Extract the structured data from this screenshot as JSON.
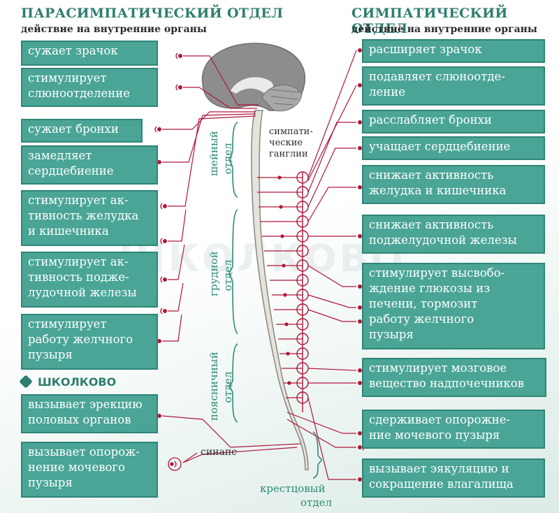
{
  "headers": {
    "para_title": "ПАРАСИМПАТИЧЕСКИЙ ОТДЕЛ",
    "para_subtitle": "действие на внутренние органы",
    "symp_title": "СИМПАТИЧЕСКИЙ ОТДЕЛ",
    "symp_subtitle": "действие на внутренние органы"
  },
  "left_boxes": [
    {
      "lines": [
        "сужает зрачок"
      ]
    },
    {
      "lines": [
        "стимулирует",
        "слюноотделение"
      ]
    },
    {
      "lines": [
        "сужает бронхи"
      ]
    },
    {
      "lines": [
        "замедляет",
        "сердцебиение"
      ]
    },
    {
      "lines": [
        "стимулирует ак-",
        "тивность желудка",
        "и кишечника"
      ]
    },
    {
      "lines": [
        "стимулирует ак-",
        "тивность поджe-",
        "лудочной железы"
      ]
    },
    {
      "lines": [
        "стимулирует",
        "работу желчного",
        "пузыря"
      ]
    },
    {
      "lines": [
        "вызывает эрекцию",
        "половых органов"
      ]
    },
    {
      "lines": [
        "вызывает опорож-",
        "нение мочевого",
        "пузыря"
      ]
    }
  ],
  "right_boxes": [
    {
      "lines": [
        "расширяет зрачок"
      ]
    },
    {
      "lines": [
        "подавляет слюноотде-",
        "ление"
      ]
    },
    {
      "lines": [
        "расслабляет бронхи"
      ]
    },
    {
      "lines": [
        "учащает сердцебиение"
      ]
    },
    {
      "lines": [
        "снижает активность",
        "желудка и кишечника"
      ]
    },
    {
      "lines": [
        "снижает активность",
        "поджелудочной железы"
      ]
    },
    {
      "lines": [
        "стимулирует высвобо-",
        "ждение глюкозы из",
        "печени, тормозит",
        "работу  желчного",
        "пузыря"
      ]
    },
    {
      "lines": [
        "стимулирует мозговое",
        "вещество надпочечников"
      ]
    },
    {
      "lines": [
        "сдерживает опорожне-",
        "ние мочевого пузыря"
      ]
    },
    {
      "lines": [
        "вызывает эякуляцию и",
        "сокращение влагалища"
      ]
    }
  ],
  "labels": {
    "ganglia_1": "симпати-",
    "ganglia_2": "ческие",
    "ganglia_3": "ганглии",
    "synapse": "синапс",
    "sacral_1": "крестцовый",
    "sacral_2": "отдел"
  },
  "regions": {
    "cervical_1": "шейный",
    "cervical_2": "отдел",
    "thoracic_1": "грудной",
    "thoracic_2": "отдел",
    "lumbar_1": "поясничный",
    "lumbar_2": "отдел"
  },
  "logo": {
    "text": "ШКОЛКОВО"
  },
  "watermark": {
    "text": "ШКОЛКОВО"
  },
  "colors": {
    "accent": "#2e7e70",
    "box_fill": "#4aa596",
    "nerve": "#b0173a",
    "brain": "#8d8d8d"
  }
}
